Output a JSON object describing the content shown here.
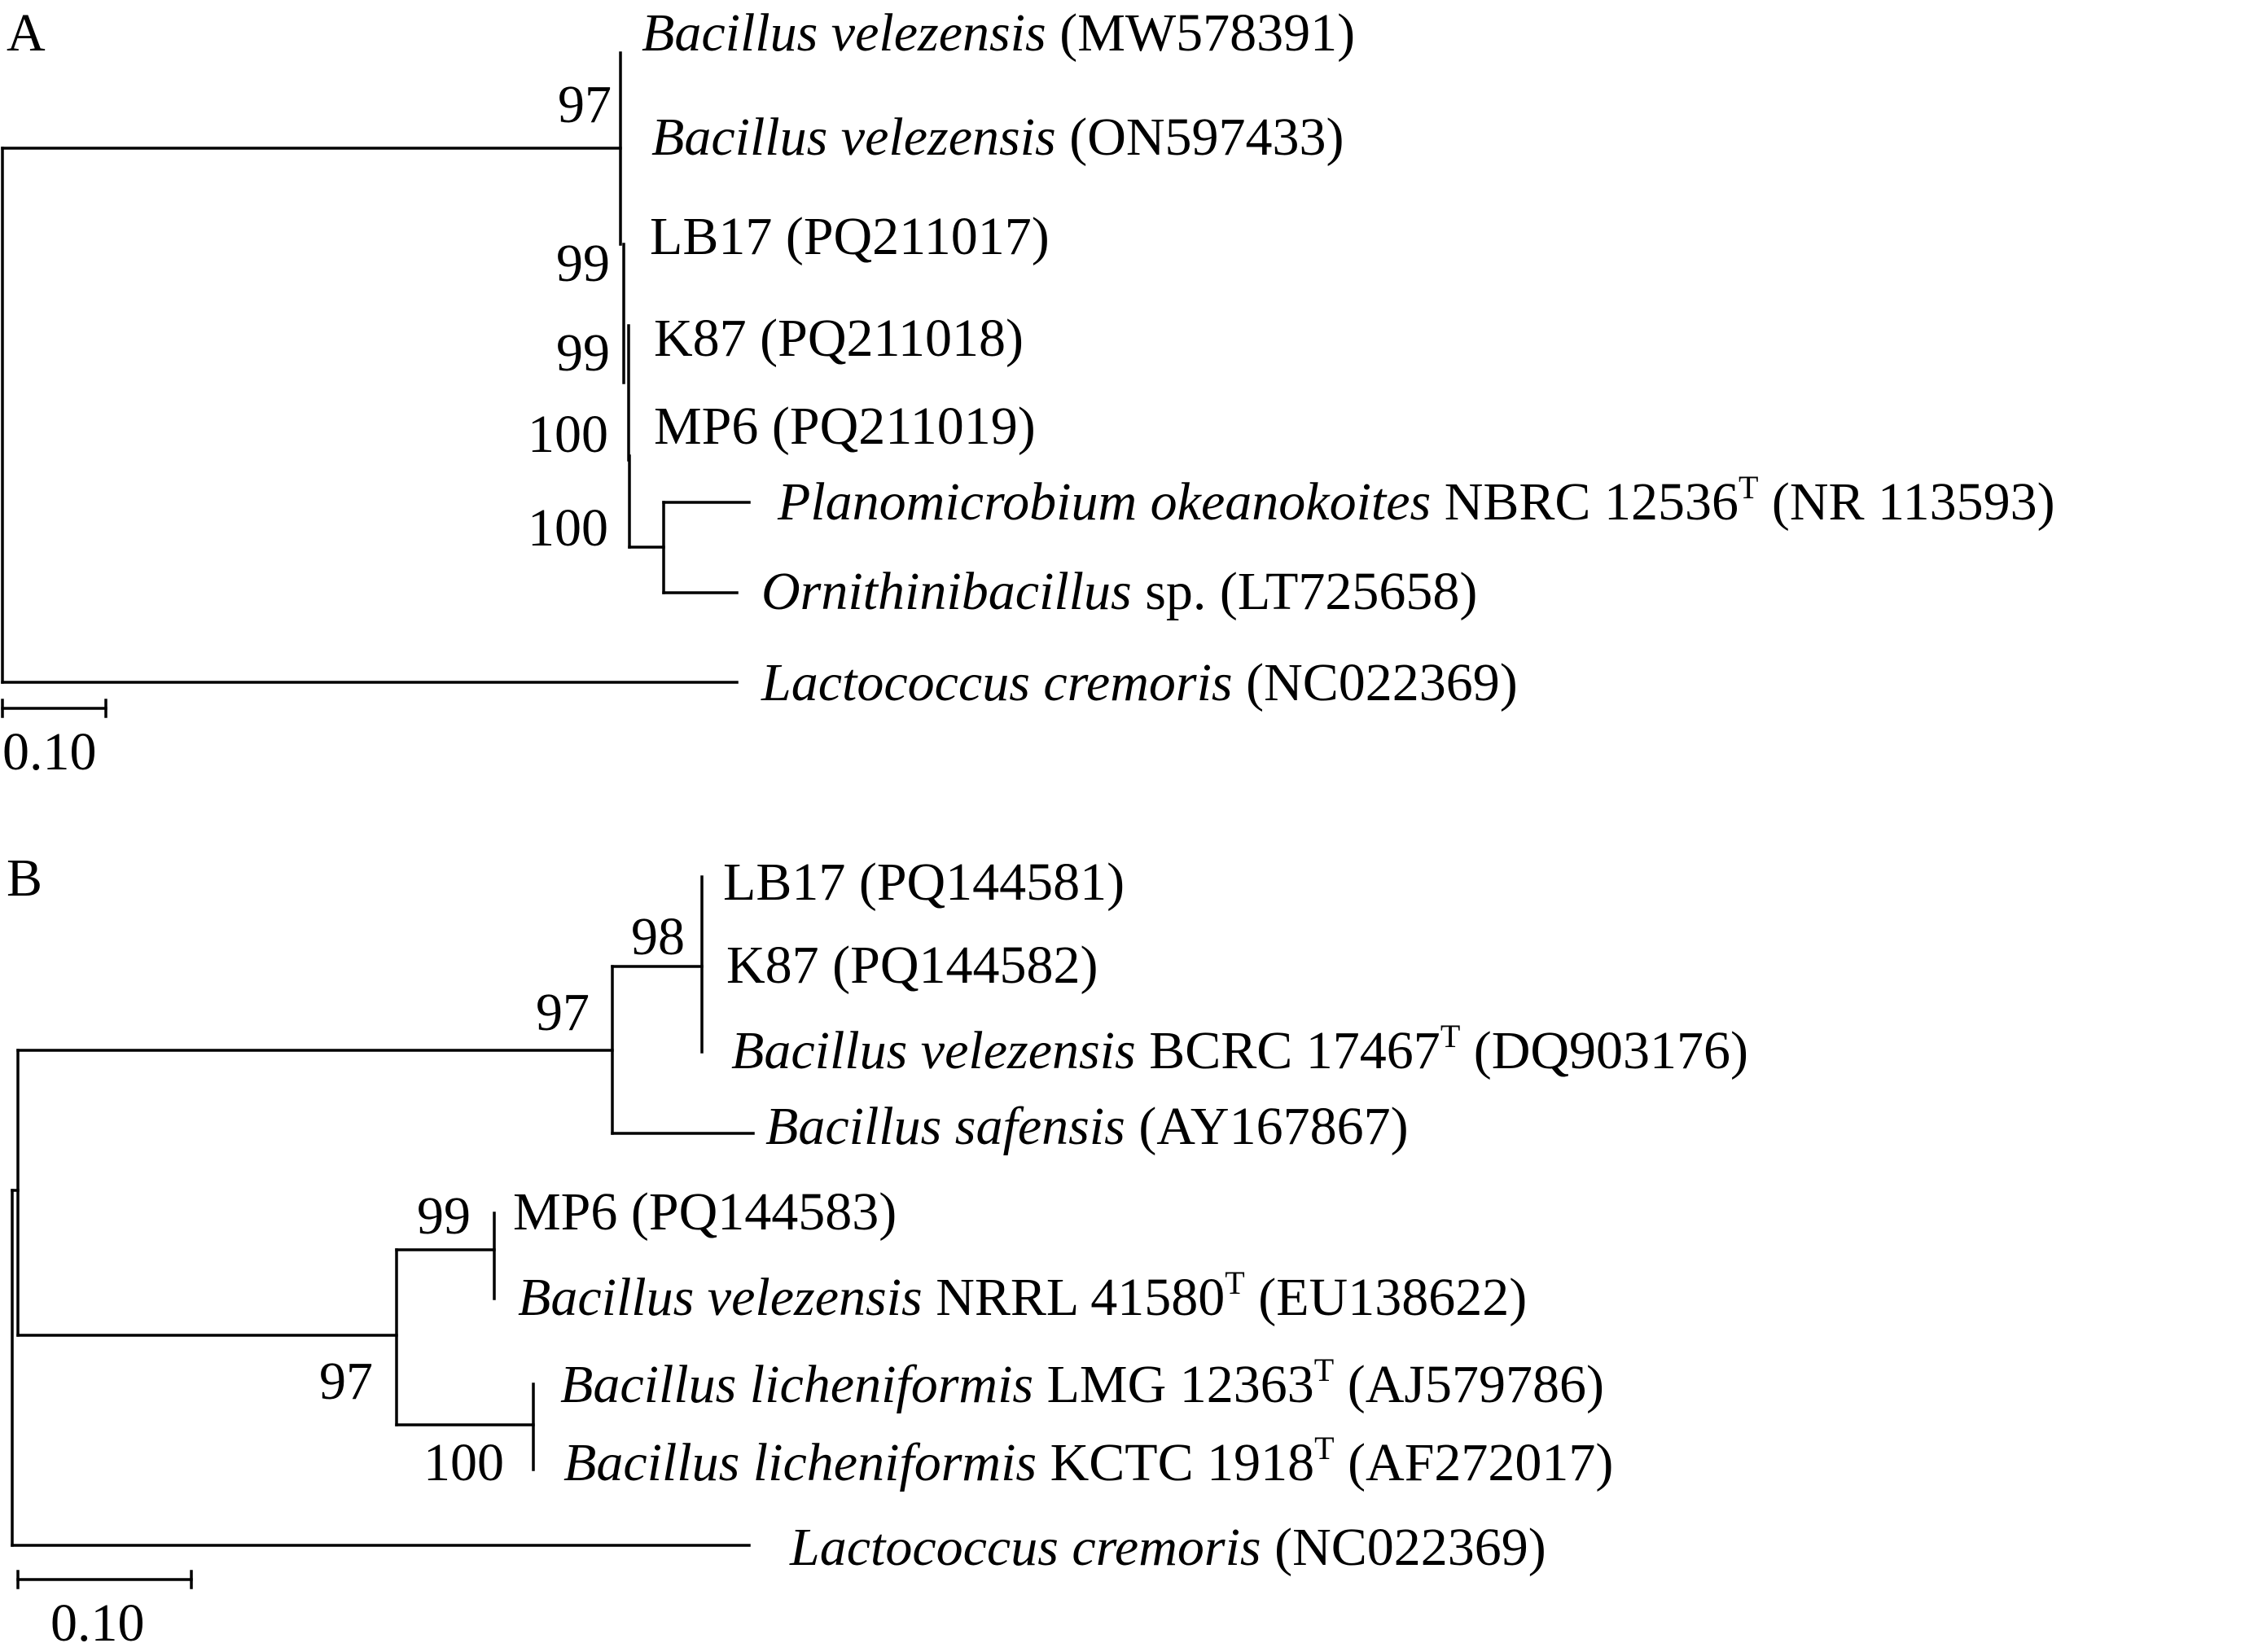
{
  "panels": [
    {
      "label": "A",
      "scale_bar": "0.10",
      "taxa": [
        {
          "italic": "Bacillus velezensis",
          "plain": " (MW578391)",
          "sup": "",
          "tail": ""
        },
        {
          "italic": "Bacillus velezensis",
          "plain": " (ON597433)",
          "sup": "",
          "tail": ""
        },
        {
          "italic": "",
          "plain": "LB17 (PQ211017)",
          "sup": "",
          "tail": ""
        },
        {
          "italic": "",
          "plain": "K87 (PQ211018)",
          "sup": "",
          "tail": ""
        },
        {
          "italic": "",
          "plain": "MP6 (PQ211019)",
          "sup": "",
          "tail": ""
        },
        {
          "italic": "Planomicrobium okeanokoites",
          "plain": " NBRC 12536",
          "sup": "T",
          "tail": " (NR 113593)"
        },
        {
          "italic": "Ornithinibacillus",
          "plain": " sp. (LT725658)",
          "sup": "",
          "tail": ""
        },
        {
          "italic": "Lactococcus cremoris",
          "plain": " (NC022369)",
          "sup": "",
          "tail": ""
        }
      ],
      "supports": [
        "97",
        "99",
        "99",
        "100",
        "100"
      ]
    },
    {
      "label": "B",
      "scale_bar": "0.10",
      "taxa": [
        {
          "italic": "",
          "plain": "LB17 (PQ144581)",
          "sup": "",
          "tail": ""
        },
        {
          "italic": "",
          "plain": "K87 (PQ144582)",
          "sup": "",
          "tail": ""
        },
        {
          "italic": "Bacillus velezensis",
          "plain": " BCRC 17467",
          "sup": "T",
          "tail": " (DQ903176)"
        },
        {
          "italic": "Bacillus safensis",
          "plain": " (AY167867)",
          "sup": "",
          "tail": ""
        },
        {
          "italic": "",
          "plain": "MP6 (PQ144583)",
          "sup": "",
          "tail": ""
        },
        {
          "italic": "Bacillus velezensis",
          "plain": " NRRL 41580",
          "sup": "T",
          "tail": " (EU138622)"
        },
        {
          "italic": "Bacillus licheniformis",
          "plain": " LMG 12363",
          "sup": "T",
          "tail": " (AJ579786)"
        },
        {
          "italic": "Bacillus licheniformis",
          "plain": " KCTC 1918",
          "sup": "T",
          "tail": " (AF272017)"
        },
        {
          "italic": "Lactococcus cremoris",
          "plain": " (NC022369)",
          "sup": "",
          "tail": ""
        }
      ],
      "supports": [
        "98",
        "97",
        "99",
        "97",
        "100"
      ]
    }
  ]
}
